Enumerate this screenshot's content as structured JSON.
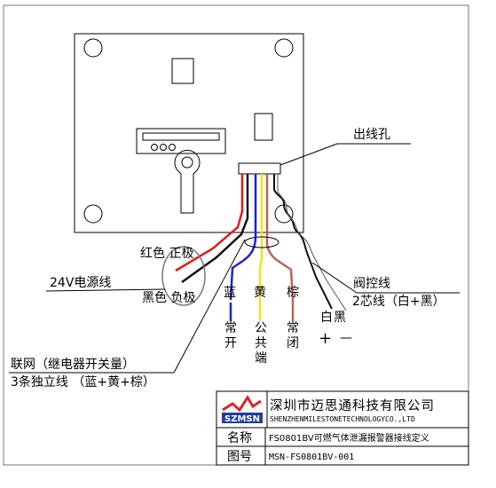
{
  "labels": {
    "outlet_hole": "出线孔",
    "red_positive": "红色 正极",
    "power_line": "24V电源线",
    "black_negative": "黑色 负极",
    "blue": "蓝",
    "yellow": "黄",
    "brown": "棕",
    "normally_open": "常开",
    "common": "公共端",
    "normally_closed": "常闭",
    "valve_line": "阀控线",
    "two_core": "2芯线（白+黑）",
    "black": "黑",
    "white": "白",
    "plus": "+",
    "minus": "—",
    "network": "联网（继电器开关量）",
    "three_wires": "3条独立线 （蓝+黄+棕）"
  },
  "titleblock": {
    "company_cn": "深圳市迈思通科技有限公司",
    "company_en": "SHENZHENMILESTONETECHNOLOGYCO.,LTD",
    "logo_text": "SZMSN",
    "name_label": "名称",
    "name_value": "FS0801BV可燃气体泄漏报警器接线定义",
    "drawing_label": "图号",
    "drawing_value": "MSN-FS0801BV-001"
  },
  "colors": {
    "red_wire": "#e21b1b",
    "black_wire": "#111111",
    "blue_wire": "#1e22d6",
    "yellow_wire": "#f2e21a",
    "brown_wire": "#b5655b",
    "logo_blue": "#1f3f9e",
    "logo_red": "#d8232a"
  }
}
